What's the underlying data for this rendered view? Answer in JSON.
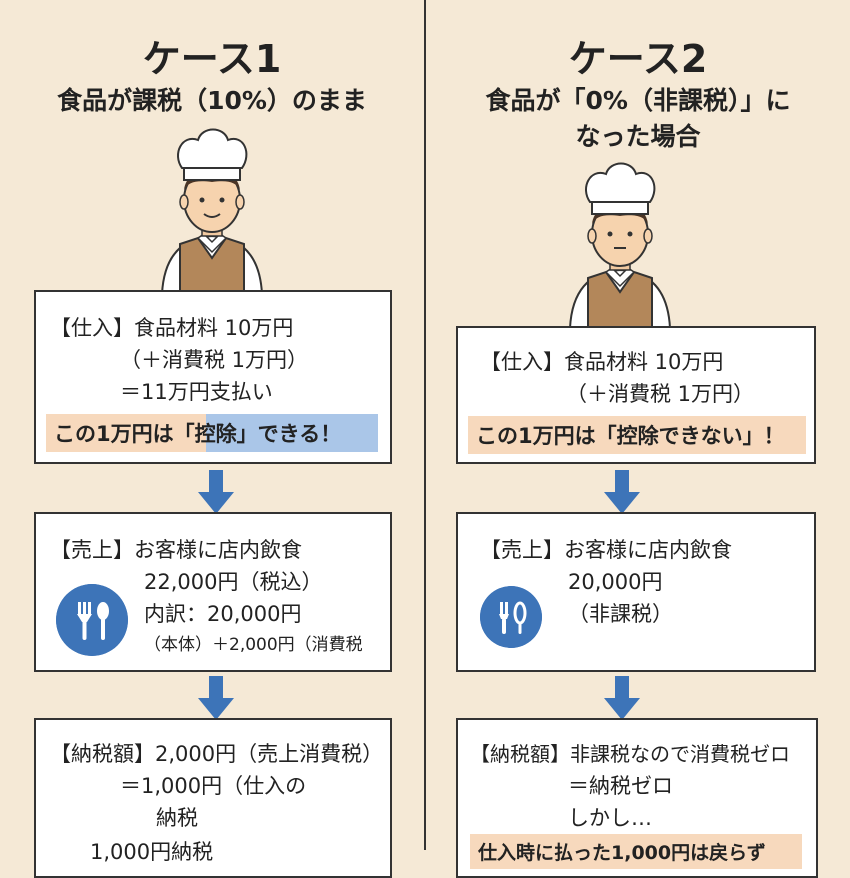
{
  "left": {
    "title": "ケース1",
    "subtitle": "食品が課税（10%）のまま",
    "purchase": {
      "line1": "【仕入】食品材料 10万円",
      "line2": "（＋消費税 1万円）",
      "line3": "＝11万円支払い",
      "highlight": "この1万円は「控除」できる！"
    },
    "sales": {
      "line1": "【売上】お客様に店内飲食",
      "line2": "22,000円（税込）",
      "line3": "内訳：20,000円",
      "line4": "（本体）＋2,000円（消費税"
    },
    "tax": {
      "line1": "【納税額】2,000円（売上消費税）",
      "line2": "＝1,000円（仕入の",
      "line3": "納税",
      "line4": "1,000円納税"
    }
  },
  "right": {
    "title": "ケース2",
    "subtitle1": "食品が「0%（非課税）」に",
    "subtitle2": "なった場合",
    "purchase": {
      "line1": "【仕入】食品材料 10万円",
      "line2": "（＋消費税 1万円）",
      "highlight": "この1万円は「控除できない」！"
    },
    "sales": {
      "line1": "【売上】お客様に店内飲食",
      "line2": "20,000円",
      "line3": "（非課税）"
    },
    "tax": {
      "line1": "【納税額】非課税なので消費税ゼロ",
      "line2": "＝納税ゼロ",
      "line3": "しかし…",
      "line4": "仕入時に払った1,000円は戻らず"
    }
  },
  "colors": {
    "background": "#f5e9d6",
    "arrow": "#3d74b8",
    "highlight_peach": "#f7d9bd",
    "highlight_blue": "#aac6e8",
    "apron": "#b3875a"
  },
  "icons": {
    "left_sales_icon": "fork-spoon-icon",
    "right_sales_icon": "cutlery-icon"
  }
}
